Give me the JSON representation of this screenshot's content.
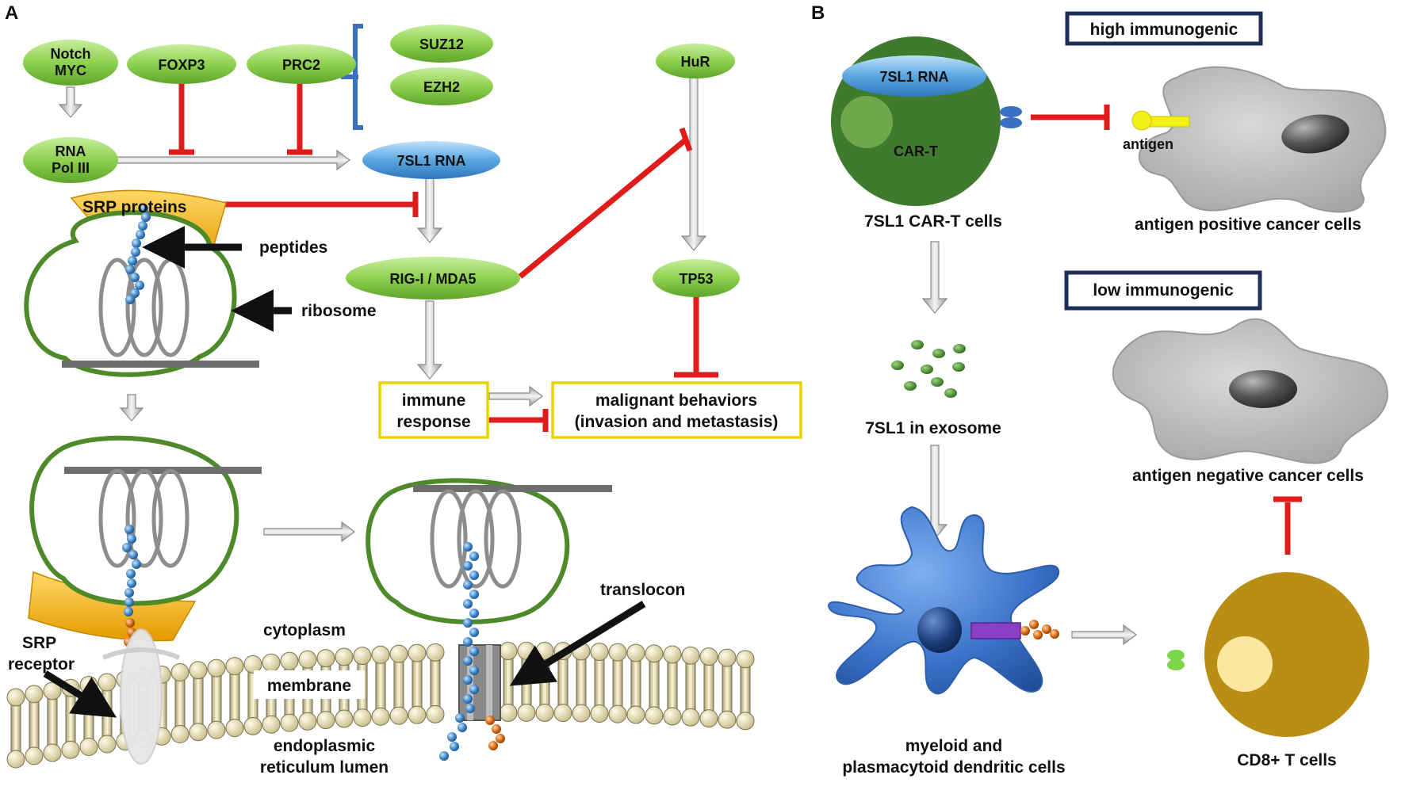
{
  "panels": {
    "a": "A",
    "b": "B"
  },
  "nodes": {
    "notch_myc_1": "Notch",
    "notch_myc_2": "MYC",
    "foxp3": "FOXP3",
    "prc2": "PRC2",
    "suz12": "SUZ12",
    "ezh2": "EZH2",
    "hur": "HuR",
    "rna_pol_1": "RNA",
    "rna_pol_2": "Pol III",
    "rna_7sl1": "7SL1 RNA",
    "rig_i": "RIG-I / MDA5",
    "tp53": "TP53"
  },
  "boxes": {
    "immune_1": "immune",
    "immune_2": "response",
    "malignant_1": "malignant behaviors",
    "malignant_2": "(invasion and metastasis)"
  },
  "labels_a": {
    "srp_proteins": "SRP proteins",
    "peptides": "peptides",
    "ribosome": "ribosome",
    "translocon": "translocon",
    "cytoplasm": "cytoplasm",
    "membrane": "membrane",
    "srp_receptor_1": "SRP",
    "srp_receptor_2": "receptor",
    "er_lumen_1": "endoplasmic",
    "er_lumen_2": "reticulum lumen"
  },
  "labels_b": {
    "high_immunogenic": "high immunogenic",
    "low_immunogenic": "low immunogenic",
    "rna_7sl1": "7SL1 RNA",
    "car_t": "CAR-T",
    "car_t_cells": "7SL1 CAR-T cells",
    "antigen": "antigen",
    "antigen_pos": "antigen positive cancer cells",
    "antigen_neg": "antigen negative cancer cells",
    "exosome": "7SL1 in exosome",
    "dc_1": "myeloid and",
    "dc_2": "plasmacytoid dendritic cells",
    "cd8": "CD8+ T cells"
  },
  "colors": {
    "node_green": "#8fd14f",
    "node_blue": "#5aa6e0",
    "inhibit_red": "#e01b1b",
    "ribosome_green": "#4e8a2a",
    "srp_yellow": "#f2b318",
    "car_t_green": "#3f7a2f",
    "dc_blue": "#3b73c9",
    "cd8_gold": "#b88f14",
    "box_border_yellow": "#e8d300",
    "badge_border_navy": "#1f2d5c"
  }
}
